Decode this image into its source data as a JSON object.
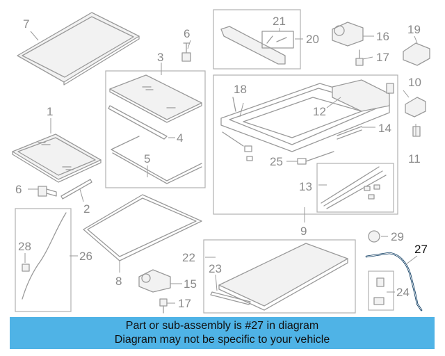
{
  "diagram": {
    "highlighted_part": "27",
    "accent_color": "#4fb3e6",
    "callouts": {
      "c1": "1",
      "c2": "2",
      "c3": "3",
      "c4": "4",
      "c5": "5",
      "c6a": "6",
      "c6b": "6",
      "c7": "7",
      "c8": "8",
      "c9": "9",
      "c10": "10",
      "c11": "11",
      "c12": "12",
      "c13": "13",
      "c14": "14",
      "c15": "15",
      "c16": "16",
      "c17a": "17",
      "c17b": "17",
      "c18": "18",
      "c19": "19",
      "c20": "20",
      "c21": "21",
      "c22": "22",
      "c23": "23",
      "c24": "24",
      "c25": "25",
      "c26": "26",
      "c27": "27",
      "c28": "28",
      "c29": "29"
    }
  },
  "banner": {
    "line1": "Part or sub-assembly is #27 in diagram",
    "line2": "Diagram may not be specific to your vehicle"
  }
}
